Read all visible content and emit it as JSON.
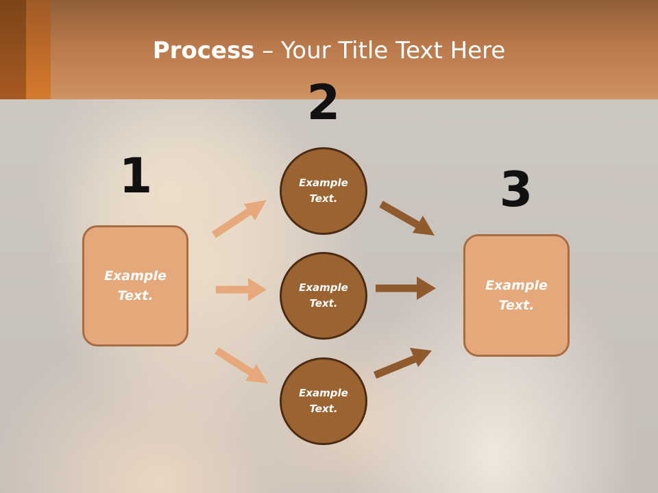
{
  "title": {
    "bold": "Process",
    "rest": " – Your Title Text Here"
  },
  "steps": [
    {
      "number": "1",
      "label_line1": "Example",
      "label_line2": "Text."
    },
    {
      "number": "2",
      "circles": [
        {
          "line1": "Example",
          "line2": "Text."
        },
        {
          "line1": "Example",
          "line2": "Text."
        },
        {
          "line1": "Example",
          "line2": "Text."
        }
      ]
    },
    {
      "number": "3",
      "label_line1": "Example",
      "label_line2": "Text."
    }
  ],
  "colors": {
    "header": "#c7865a",
    "box_fill": "#e5a87b",
    "box_border": "#a66d44",
    "circle_fill": "#9b6330",
    "circle_border": "#4c2b15",
    "arrow_light": "#e7a97c",
    "arrow_dark": "#8f5b2e"
  }
}
